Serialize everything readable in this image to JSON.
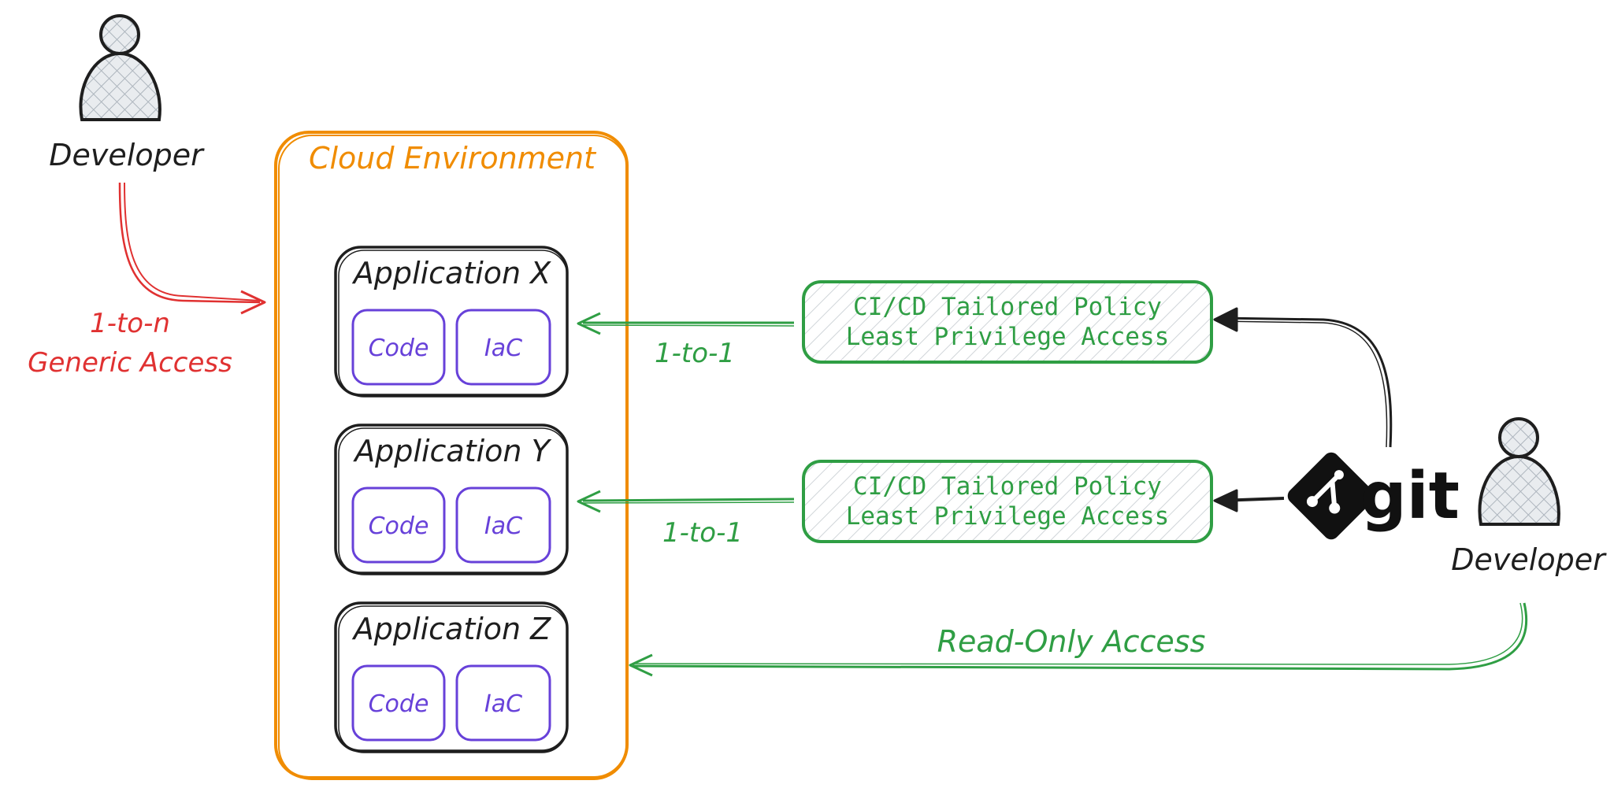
{
  "colors": {
    "ink": "#1e1e1e",
    "cloud": "#f08c00",
    "app_border": "#1e1e1e",
    "component": "#6741d9",
    "policy": "#2f9e44",
    "generic": "#e03131",
    "person_fill": "#ced4da"
  },
  "developer_left": {
    "label": "Developer"
  },
  "developer_right": {
    "label": "Developer"
  },
  "cloud": {
    "title": "Cloud Environment"
  },
  "applications": [
    {
      "title": "Application X",
      "components": [
        "Code",
        "IaC"
      ]
    },
    {
      "title": "Application Y",
      "components": [
        "Code",
        "IaC"
      ]
    },
    {
      "title": "Application Z",
      "components": [
        "Code",
        "IaC"
      ]
    }
  ],
  "policies": [
    {
      "line1": "CI/CD Tailored Policy",
      "line2": "Least Privilege Access"
    },
    {
      "line1": "CI/CD Tailored Policy",
      "line2": "Least Privilege Access"
    }
  ],
  "edges": {
    "generic_line1": "1-to-n",
    "generic_line2": "Generic Access",
    "one_to_one_x": "1-to-1",
    "one_to_one_y": "1-to-1",
    "read_only": "Read-Only Access"
  },
  "git": {
    "label": "git",
    "icon": "git-logo-icon"
  }
}
